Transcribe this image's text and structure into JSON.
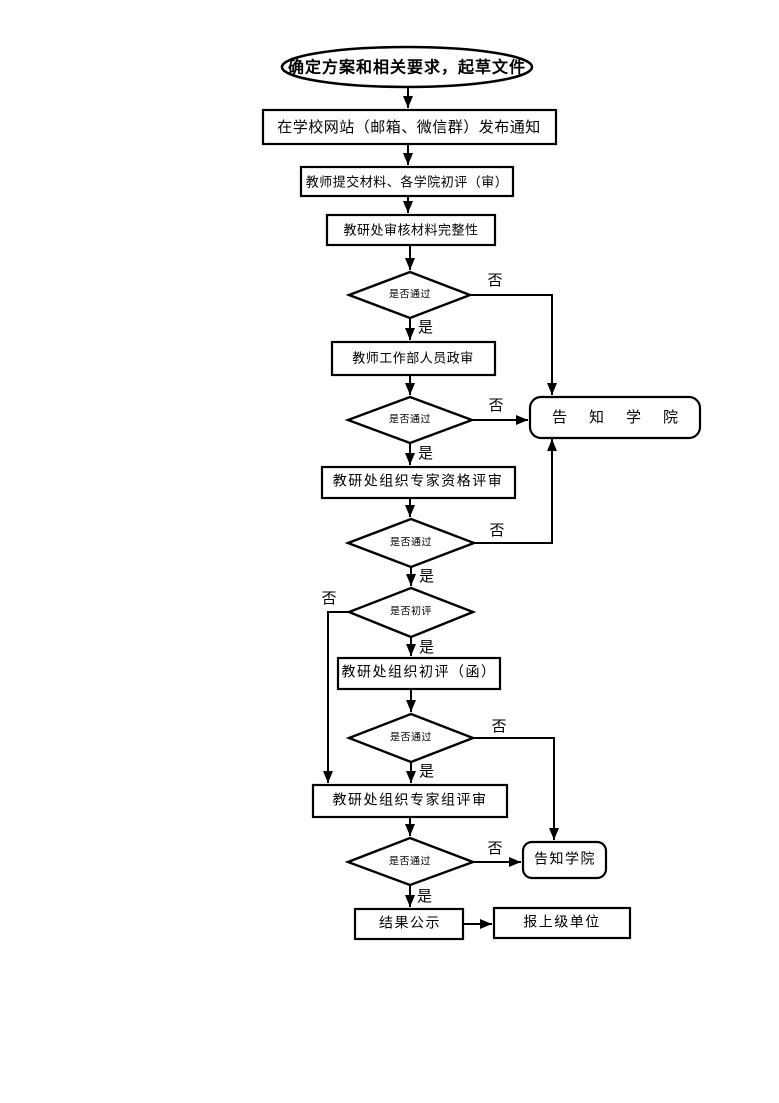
{
  "diagram": {
    "title_hint": "评审流程图",
    "colors": {
      "background": "#ffffff",
      "stroke": "#000000",
      "text": "#000000"
    },
    "labels": {
      "yes": "是",
      "no": "否"
    },
    "nodes": {
      "start": "确定方案和相关要求，起草文件",
      "publish": "在学校网站（邮箱、微信群）发布通知",
      "submit": "教师提交材料、各学院初评（审）",
      "check": "教研处审核材料完整性",
      "d1": "是否通过",
      "political": "教师工作部人员政审",
      "d2": "是否通过",
      "notify1": "告知学院",
      "qualify": "教研处组织专家资格评审",
      "d3": "是否通过",
      "d4": "是否初评",
      "preliminary": "教研处组织初评（函）",
      "d5": "是否通过",
      "expertgroup": "教研处组织专家组评审",
      "d6": "是否通过",
      "notify2": "告知学院",
      "publicity": "结果公示",
      "report": "报上级单位"
    },
    "edges": [
      {
        "from": "start",
        "to": "publish",
        "label": ""
      },
      {
        "from": "publish",
        "to": "submit",
        "label": ""
      },
      {
        "from": "submit",
        "to": "check",
        "label": ""
      },
      {
        "from": "check",
        "to": "d1",
        "label": ""
      },
      {
        "from": "d1",
        "to": "political",
        "label": "是"
      },
      {
        "from": "d1",
        "to": "notify1",
        "label": "否"
      },
      {
        "from": "political",
        "to": "d2",
        "label": ""
      },
      {
        "from": "d2",
        "to": "qualify",
        "label": "是"
      },
      {
        "from": "d2",
        "to": "notify1",
        "label": "否"
      },
      {
        "from": "qualify",
        "to": "d3",
        "label": ""
      },
      {
        "from": "d3",
        "to": "d4",
        "label": "是"
      },
      {
        "from": "d3",
        "to": "notify1",
        "label": "否"
      },
      {
        "from": "d4",
        "to": "preliminary",
        "label": "是"
      },
      {
        "from": "d4",
        "to": "expertgroup",
        "label": "否"
      },
      {
        "from": "preliminary",
        "to": "d5",
        "label": ""
      },
      {
        "from": "d5",
        "to": "expertgroup",
        "label": "是"
      },
      {
        "from": "d5",
        "to": "notify2",
        "label": "否"
      },
      {
        "from": "expertgroup",
        "to": "d6",
        "label": ""
      },
      {
        "from": "d6",
        "to": "publicity",
        "label": "是"
      },
      {
        "from": "d6",
        "to": "notify2",
        "label": "否"
      },
      {
        "from": "publicity",
        "to": "report",
        "label": ""
      }
    ]
  }
}
